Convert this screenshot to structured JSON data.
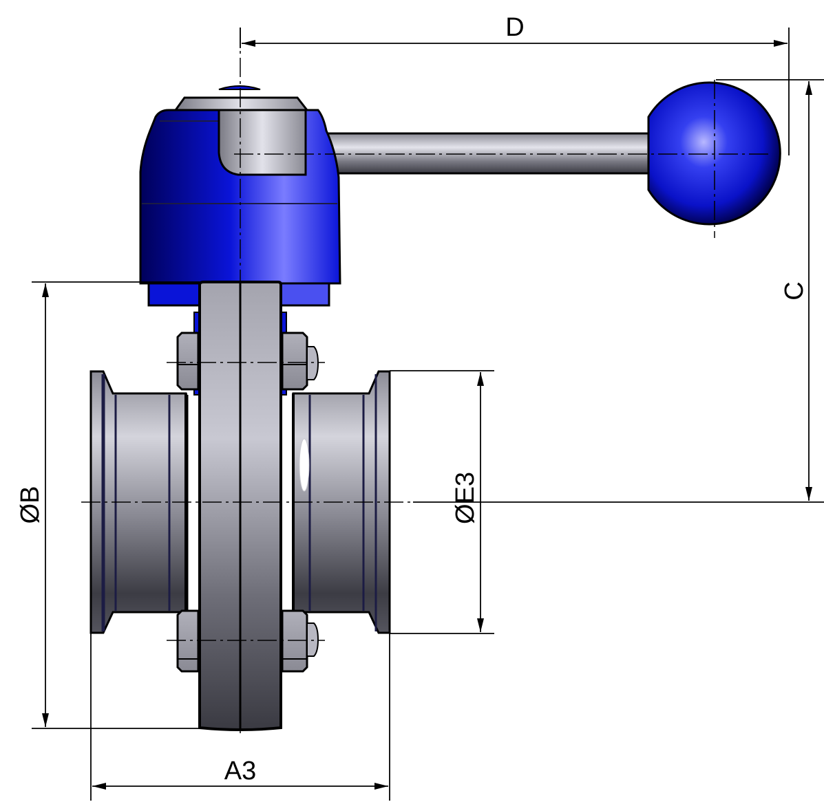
{
  "drawing": {
    "title": "Butterfly valve with handle - dimension drawing",
    "colors": {
      "actuator_blue": "#0a14d8",
      "actuator_blue_dark": "#00005a",
      "actuator_blue_light": "#7a7cff",
      "steel_light": "#d8d8e0",
      "steel_mid": "#9a9aa4",
      "steel_dark": "#3a3a42",
      "groove_navy": "#1c1c44",
      "outline": "#000000"
    }
  },
  "dimensions": {
    "D": {
      "label": "D",
      "description": "handle length from stem axis to ball end"
    },
    "C": {
      "label": "C",
      "description": "height from pipe axis to top of handle ball"
    },
    "B": {
      "label": "ØB",
      "description": "outer diameter of valve body disc"
    },
    "E3": {
      "label": "ØE3",
      "description": "clamp ferrule outer diameter"
    },
    "A3": {
      "label": "A3",
      "description": "face-to-face length"
    }
  },
  "parts": [
    {
      "id": "handle-ball",
      "name": "Handle ball grip"
    },
    {
      "id": "handle-lever",
      "name": "Handle lever"
    },
    {
      "id": "actuator-head",
      "name": "Actuator / indexing head"
    },
    {
      "id": "valve-body",
      "name": "Valve body (two half rings)"
    },
    {
      "id": "ferrule-left",
      "name": "Left clamp ferrule"
    },
    {
      "id": "ferrule-right",
      "name": "Right clamp ferrule"
    },
    {
      "id": "bolts",
      "name": "Hex nuts and bolts"
    }
  ]
}
